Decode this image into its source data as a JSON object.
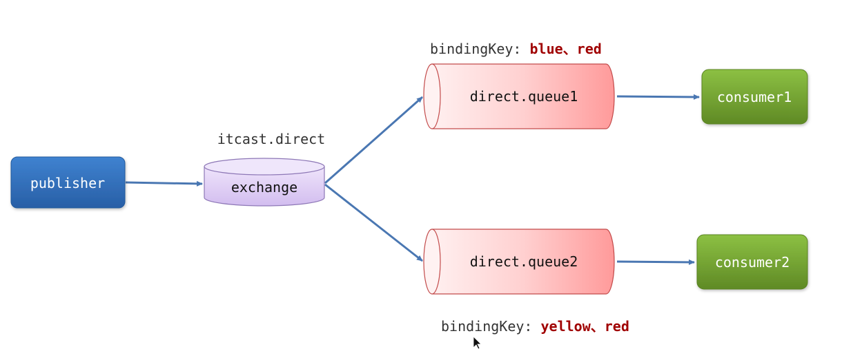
{
  "publisher": {
    "label": "publisher"
  },
  "exchange": {
    "name": "itcast.direct",
    "label": "exchange"
  },
  "queues": [
    {
      "label": "direct.queue1",
      "binding_prefix": "bindingKey: ",
      "binding_keys": "blue、red"
    },
    {
      "label": "direct.queue2",
      "binding_prefix": "bindingKey: ",
      "binding_keys": "yellow、red"
    }
  ],
  "consumers": [
    {
      "label": "consumer1"
    },
    {
      "label": "consumer2"
    }
  ],
  "colors": {
    "publisher": "#2e6db8",
    "exchange": "#dccbf2",
    "queue": "#ff9f9f",
    "consumer": "#6f9a2e",
    "arrow": "#4a77b2",
    "binding_key": "#a00000"
  },
  "icons": {
    "mouse_cursor": "mouse-pointer-icon"
  }
}
